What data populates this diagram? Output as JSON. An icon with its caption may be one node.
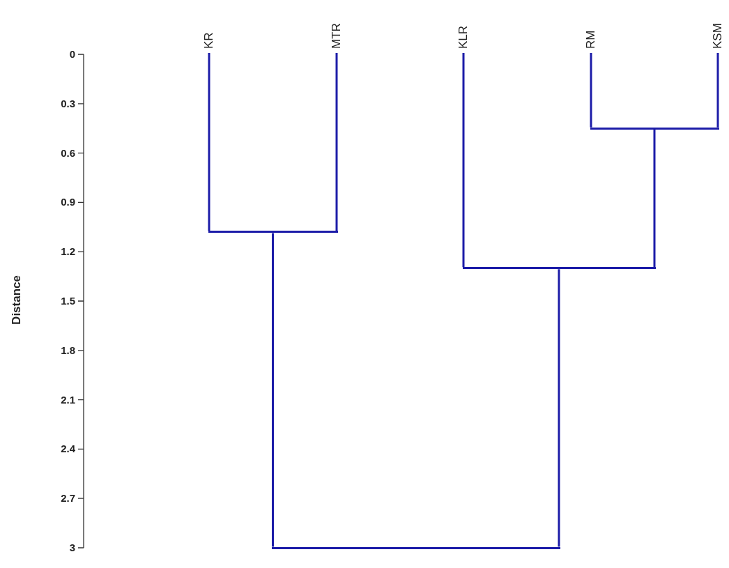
{
  "diagram": {
    "nodes": [
      {
        "text": [
          "KR"
        ]
      },
      {
        "text": [
          "MTR"
        ]
      },
      {
        "text": [
          "KLR"
        ]
      },
      {
        "text": [
          "RM"
        ]
      },
      {
        "text": [
          "KSM"
        ]
      },
      {
        "text": [],
        "shape": "bar"
      },
      {
        "text": [],
        "shape": "bar"
      },
      {
        "text": [],
        "shape": "bar"
      },
      {
        "text": [],
        "shape": "bar"
      }
    ],
    "edges": [
      {
        "from": 0,
        "to": 5,
        "arrow": "none"
      },
      {
        "from": 1,
        "to": 5,
        "arrow": "none"
      },
      {
        "from": 3,
        "to": 6,
        "arrow": "none"
      },
      {
        "from": 4,
        "to": 6,
        "arrow": "none"
      },
      {
        "from": 2,
        "to": 7,
        "arrow": "none"
      },
      {
        "from": 6,
        "to": 7,
        "arrow": "none"
      },
      {
        "from": 5,
        "to": 8,
        "arrow": "none"
      },
      {
        "from": 7,
        "to": 8,
        "arrow": "none"
      }
    ],
    "labels": [
      "0",
      "0.3",
      "0.6",
      "0.9",
      "1.2",
      "1.5",
      "1.8",
      "2.1",
      "2.4",
      "2.7",
      "3",
      "Distance"
    ]
  }
}
